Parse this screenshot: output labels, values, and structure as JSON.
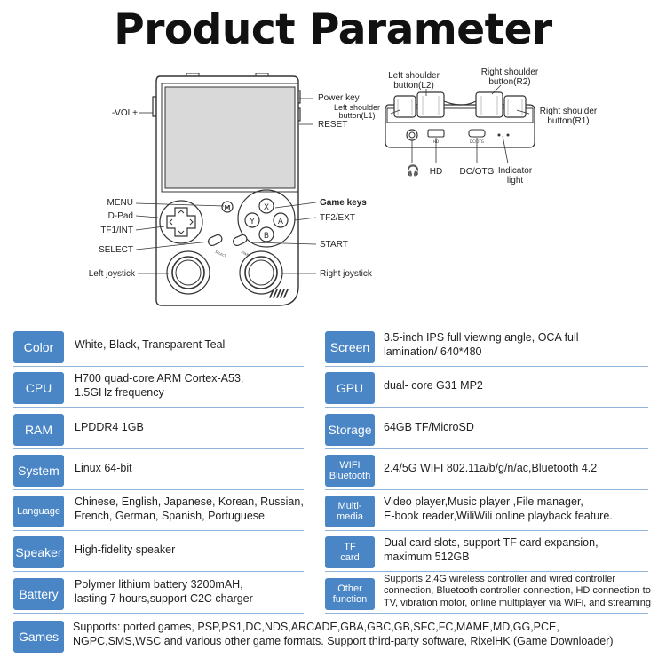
{
  "title": "Product Parameter",
  "device_labels": {
    "vol": "-VOL+",
    "power": "Power key",
    "reset": "RESET",
    "menu": "MENU",
    "dpad": "D-Pad",
    "tf1": "TF1/INT",
    "select": "SELECT",
    "left_joystick": "Left joystick",
    "game_keys": "Game keys",
    "tf2": "TF2/EXT",
    "start": "START",
    "right_joystick": "Right joystick",
    "btn_x": "X",
    "btn_y": "Y",
    "btn_a": "A",
    "btn_b": "B",
    "btn_m": "M",
    "btn_select": "SELECT",
    "btn_start": "START"
  },
  "back_labels": {
    "l2_line1": "Left shoulder",
    "l2_line2": "button(L2)",
    "r2_line1": "Right shoulder",
    "r2_line2": "button(R2)",
    "l1_line1": "Left shoulder",
    "l1_line2": "button(L1)",
    "r1_line1": "Right shoulder",
    "r1_line2": "button(R1)",
    "headphone": "🎧",
    "hd": "HD",
    "dc_otg": "DC/OTG",
    "indicator_line1": "Indicator",
    "indicator_line2": "light",
    "port_hd": "HD",
    "port_dcotg": "DC/OTG"
  },
  "specs_left": [
    {
      "label": "Color",
      "value": "White, Black, Transparent Teal"
    },
    {
      "label": "CPU",
      "value": "H700 quad-core ARM Cortex-A53,\n1.5GHz frequency"
    },
    {
      "label": "RAM",
      "value": "LPDDR4  1GB"
    },
    {
      "label": "System",
      "value": "Linux 64-bit"
    },
    {
      "label": "Language",
      "value": "Chinese, English, Japanese, Korean, Russian,\nFrench, German, Spanish, Portuguese"
    },
    {
      "label": "Speaker",
      "value": "High-fidelity speaker"
    },
    {
      "label": "Battery",
      "value": "Polymer lithium battery 3200mAH,\nlasting 7  hours,support C2C charger"
    }
  ],
  "specs_right": [
    {
      "label": "Screen",
      "value": "3.5-inch IPS full viewing angle, OCA full\nlamination/ 640*480"
    },
    {
      "label": "GPU",
      "value": "dual- core G31 MP2"
    },
    {
      "label": "Storage",
      "value": "64GB TF/MicroSD"
    },
    {
      "label": "WIFI\nBluetooth",
      "value": "2.4/5G WIFI 802.11a/b/g/n/ac,Bluetooth 4.2"
    },
    {
      "label": "Multi-\nmedia",
      "value": "Video  player,Music player ,File manager,\nE-book reader,WiliWili online playback feature."
    },
    {
      "label": "TF\ncard",
      "value": "Dual card slots, support TF card expansion,\nmaximum 512GB"
    },
    {
      "label": "Other\nfunction",
      "value": "Supports 2.4G wireless controller and wired controller\nconnection, Bluetooth controller connection, HD connection to\nTV, vibration motor, online multiplayer via WiFi, and streaming"
    }
  ],
  "games": {
    "label": "Games",
    "value": "Supports: ported games, PSP,PS1,DC,NDS,ARCADE,GBA,GBC,GB,SFC,FC,MAME,MD,GG,PCE,\nNGPC,SMS,WSC and various other game formats. Support third-party software, RixelHK (Game Downloader)"
  },
  "colors": {
    "label_bg": "#4a86c6",
    "line": "#8fb3d9",
    "device_stroke": "#333333",
    "screen_fill": "#d9d9d9"
  }
}
